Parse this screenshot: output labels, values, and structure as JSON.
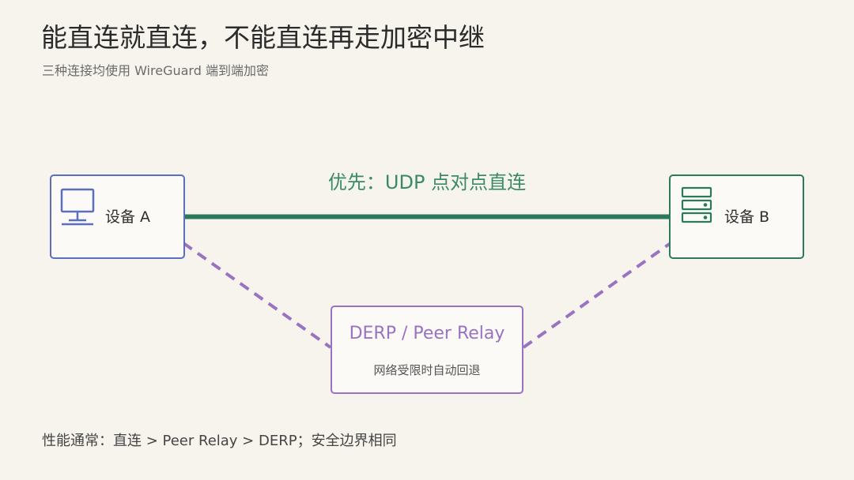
{
  "title": "能直连就直连，不能直连再走加密中继",
  "subtitle": "三种连接均使用 WireGuard 端到端加密",
  "device_a": {
    "label": "设备 A",
    "icon": "monitor-icon"
  },
  "device_b": {
    "label": "设备 B",
    "icon": "server-icon"
  },
  "direct_link": {
    "label": "优先：UDP 点对点直连"
  },
  "relay": {
    "title": "DERP / Peer Relay",
    "subtitle": "网络受限时自动回退"
  },
  "footer": "性能通常：直连 > Peer Relay > DERP；安全边界相同",
  "colors": {
    "background": "#f7f4ed",
    "device_a_border": "#5b6ec0",
    "device_b_border": "#2c7a5c",
    "direct_line": "#2c7a5c",
    "relay": "#9a72c2",
    "direct_label": "#3a8a6a"
  }
}
